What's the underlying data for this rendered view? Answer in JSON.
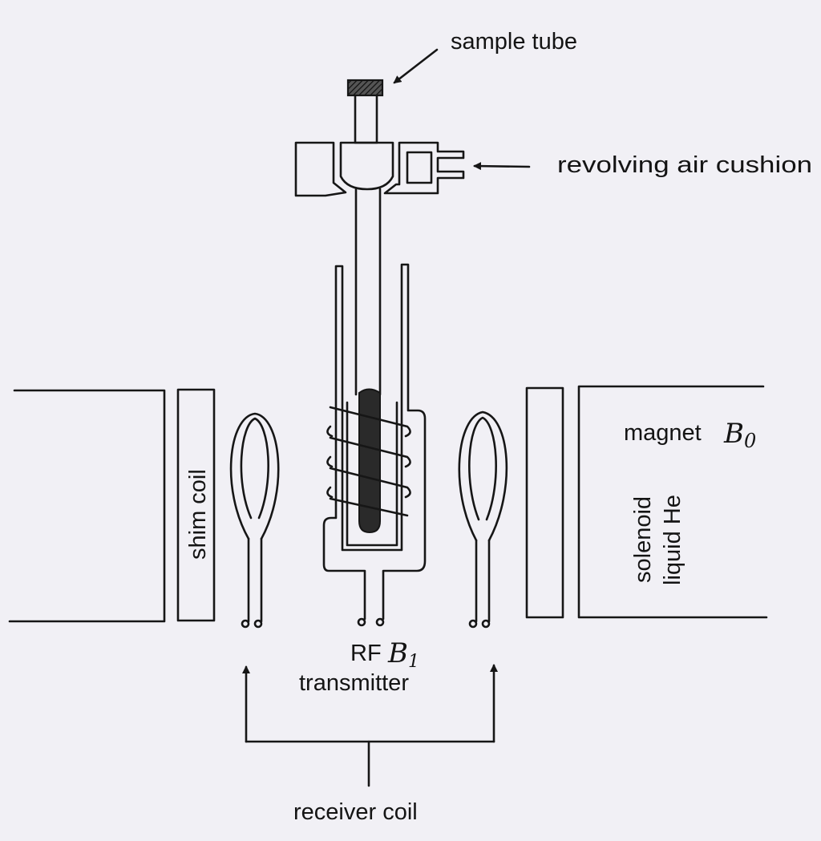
{
  "labels": {
    "sample_tube": "sample tube",
    "revolving_air_cushion": "revolving air cushion",
    "magnet": "magnet",
    "b0": "B",
    "b0_sub": "0",
    "shim_coil": "shim coil",
    "solenoid": "solenoid",
    "liquid_he": "liquid He",
    "rf": "RF",
    "b1": "B",
    "b1_sub": "1",
    "transmitter": "transmitter",
    "receiver_coil": "receiver coil"
  },
  "colors": {
    "ink": "#161616",
    "paper": "#f1f0f5",
    "sample_fill": "#2a2a2a"
  }
}
